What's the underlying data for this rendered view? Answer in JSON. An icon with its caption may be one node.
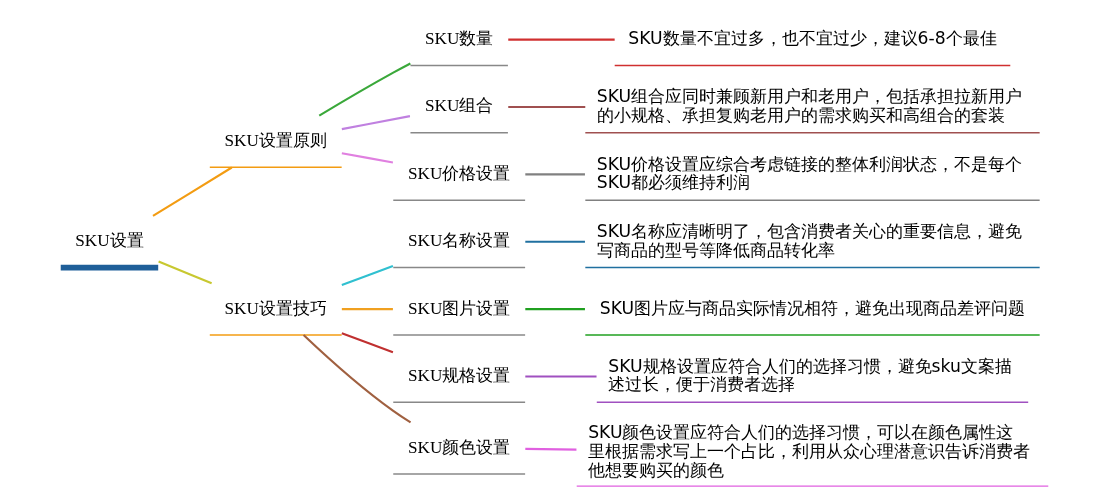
{
  "diagram": {
    "nodes": [
      {
        "text": [
          "SKU设置"
        ]
      },
      {
        "text": [
          "SKU设置原则"
        ]
      },
      {
        "text": [
          "SKU数量"
        ]
      },
      {
        "text": [
          "SKU数量不宜过多，也不宜过少，建议6-8个最佳"
        ]
      },
      {
        "text": [
          "SKU组合"
        ]
      },
      {
        "text": [
          "SKU组合应同时兼顾新用户和老用户，包括承担拉新用户的小规格、承担复购老用户的需求购买和高组合的套装"
        ]
      },
      {
        "text": [
          "SKU价格设置"
        ]
      },
      {
        "text": [
          "SKU价格设置应综合考虑链接的整体利润状态，不是每个SKU都必须维持利润"
        ]
      },
      {
        "text": [
          "SKU设置技巧"
        ]
      },
      {
        "text": [
          "SKU名称设置"
        ]
      },
      {
        "text": [
          "SKU名称应清晰明了，包含消费者关心的重要信息，避免写商品的型号等降低商品转化率"
        ]
      },
      {
        "text": [
          "SKU图片设置"
        ]
      },
      {
        "text": [
          "SKU图片应与商品实际情况相符，避免出现商品差评问题"
        ]
      },
      {
        "text": [
          "SKU规格设置"
        ]
      },
      {
        "text": [
          "SKU规格设置应符合人们的选择习惯，避免sku文案描述过长，便于消费者选择"
        ]
      },
      {
        "text": [
          "SKU颜色设置"
        ]
      },
      {
        "text": [
          "SKU颜色设置应符合人们的选择习惯，可以在颜色属性这里根据需求写上一个占比，利用从众心理潜意识告诉消费者他想要购买的颜色"
        ]
      }
    ],
    "edges": [
      {
        "from": 0,
        "to": 1,
        "arrow": "none",
        "color": "#f39c12"
      },
      {
        "from": 1,
        "to": 2,
        "arrow": "none",
        "color": "#3aa83a"
      },
      {
        "from": 2,
        "to": 3,
        "arrow": "none",
        "color": "#d03030"
      },
      {
        "from": 1,
        "to": 4,
        "arrow": "none",
        "color": "#c080e0"
      },
      {
        "from": 4,
        "to": 5,
        "arrow": "none",
        "color": "#a05050"
      },
      {
        "from": 1,
        "to": 6,
        "arrow": "none",
        "color": "#e080e0"
      },
      {
        "from": 6,
        "to": 7,
        "arrow": "none",
        "color": "#808080"
      },
      {
        "from": 0,
        "to": 8,
        "arrow": "none",
        "color": "#c8c830"
      },
      {
        "from": 8,
        "to": 9,
        "arrow": "none",
        "color": "#30c0d0"
      },
      {
        "from": 9,
        "to": 10,
        "arrow": "none",
        "color": "#2070a0"
      },
      {
        "from": 8,
        "to": 11,
        "arrow": "none",
        "color": "#f0a020"
      },
      {
        "from": 11,
        "to": 12,
        "arrow": "none",
        "color": "#20a020"
      },
      {
        "from": 8,
        "to": 13,
        "arrow": "none",
        "color": "#c03030"
      },
      {
        "from": 13,
        "to": 14,
        "arrow": "none",
        "color": "#a050c0"
      },
      {
        "from": 8,
        "to": 15,
        "arrow": "none",
        "color": "#a06040"
      },
      {
        "from": 15,
        "to": 16,
        "arrow": "none",
        "color": "#e060e0"
      }
    ]
  }
}
